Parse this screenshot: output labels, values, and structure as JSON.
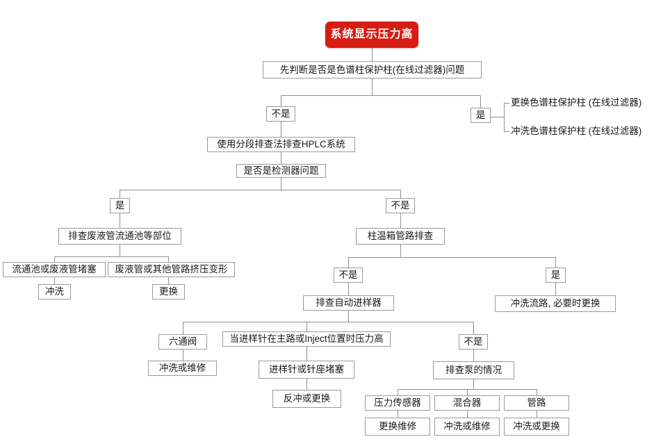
{
  "diagram": {
    "title_node": "系统显示压力高",
    "accent_color": "#d61c13",
    "box_border_color": "#9a9a9a",
    "connector_color": "#8f8f8f",
    "nodes": {
      "root": "系统显示压力高",
      "n_guard_question": "先判断是否是色谱柱保护柱(在线过滤器)问题",
      "n_guard_no": "不是",
      "n_guard_yes": "是",
      "leaf_guard_replace": "更换色谱柱保护柱 (在线过滤器)",
      "leaf_guard_flush": "冲洗色谱柱保护柱 (在线过滤器)",
      "n_segment": "使用分段排查法排查HPLC系统",
      "n_detector_question": "是否是检测器问题",
      "n_det_yes": "是",
      "n_det_no": "不是",
      "n_waste_check": "排查废液管流通池等部位",
      "n_cell_block": "流通池或废液管堵塞",
      "n_cell_flush": "冲洗",
      "n_waste_deform": "废液管或其他管路挤压变形",
      "n_waste_replace": "更换",
      "n_oven_check": "柱温箱管路排查",
      "n_oven_no": "不是",
      "n_oven_yes": "是",
      "n_oven_action": "冲洗流路, 必要时更换",
      "n_sampler_check": "排查自动进样器",
      "n_sixway": "六通阀",
      "n_sixway_action": "冲洗或维修",
      "n_needle_pressure": "当进样针在主路或Inject位置时压力高",
      "n_needle_block": "进样针或针座堵塞",
      "n_needle_action": "反冲或更换",
      "n_pump_no": "不是",
      "n_pump_check": "排查泵的情况",
      "n_sensor": "压力传感器",
      "n_sensor_action": "更换维修",
      "n_mixer": "混合器",
      "n_mixer_action": "冲洗或维修",
      "n_tubing": "管路",
      "n_tubing_action": "冲洗或更换"
    }
  }
}
